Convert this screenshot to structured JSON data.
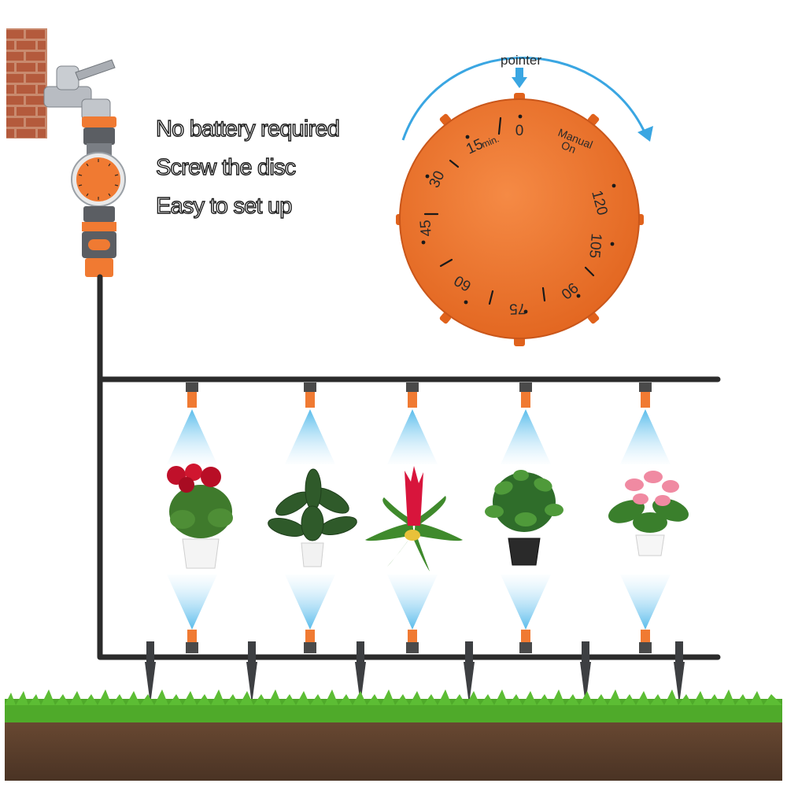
{
  "features": [
    "No battery required",
    "Screw the disc",
    "Easy to set up"
  ],
  "dial": {
    "pointer_label": "pointer",
    "manual_label_line1": "Manual",
    "manual_label_line2": "On",
    "min_unit": "min.",
    "marks": [
      "15",
      "0",
      "120",
      "105",
      "90",
      "75",
      "60",
      "45",
      "30"
    ]
  },
  "colors": {
    "timer_orange": "#f07a32",
    "mist_blue": "#59c2ec",
    "tube": "#2b2b2b",
    "grass": "#4faa2a",
    "soil": "#5a4030",
    "brick": "#b45a3c",
    "arrow_blue": "#3aa6e2"
  },
  "icons": [
    "faucet-icon",
    "water-timer-icon",
    "brick-wall-icon",
    "mist-nozzle-icon",
    "stake-icon",
    "flower-pot-icon"
  ],
  "plants": [
    "red-rose-pot",
    "calathea-pot",
    "bromeliad-pot",
    "green-foliage-pot",
    "anthurium-pot"
  ]
}
